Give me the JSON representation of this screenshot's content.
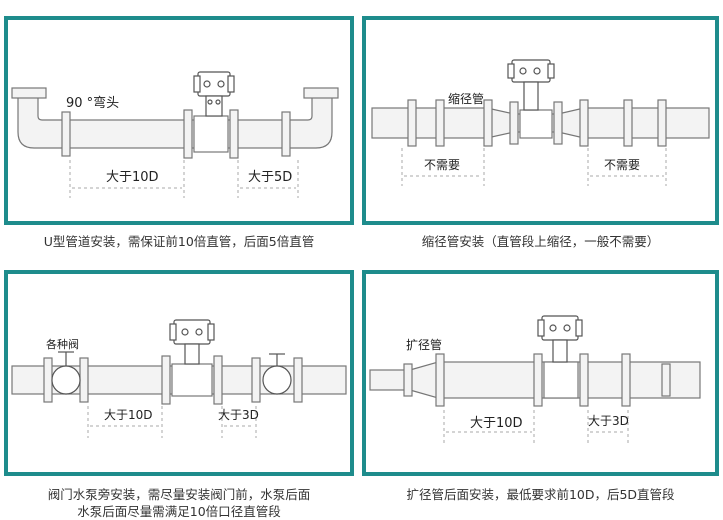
{
  "panels": [
    {
      "labels": {
        "elbow": "90 °弯头",
        "upstream": "大于10D",
        "downstream": "大于5D"
      },
      "caption": "U型管道安装，需保证前10倍直管，后面5倍直管"
    },
    {
      "labels": {
        "reducer": "缩径管",
        "upstream": "不需要",
        "downstream": "不需要"
      },
      "caption": "缩径管安装（直管段上缩径，一般不需要）"
    },
    {
      "labels": {
        "valve": "各种阀",
        "upstream": "大于10D",
        "downstream": "大于3D"
      },
      "caption_line1": "阀门水泵旁安装，需尽量安装阀门前，水泵后面",
      "caption_line2": "水泵后面尽量需满足10倍口径直管段"
    },
    {
      "labels": {
        "expander": "扩径管",
        "upstream": "大于10D",
        "downstream": "大于3D"
      },
      "caption": "扩径管后面安装，最低要求前10D，后5D直管段"
    }
  ],
  "colors": {
    "frame": "#1e8c8c",
    "pipe_stroke": "#777777",
    "pipe_fill": "#f3f3f3"
  }
}
